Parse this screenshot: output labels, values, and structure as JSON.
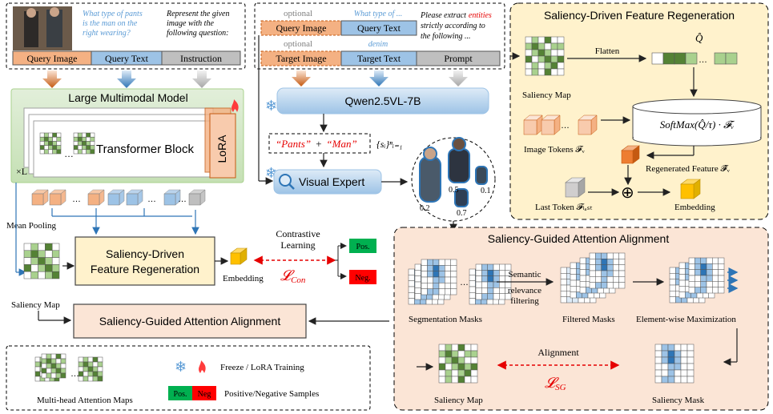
{
  "top_left": {
    "example_query_text": "What type of pants is the man on the right wearing?",
    "example_instruction": "Represent the given image with the following question:",
    "labels": [
      "Query Image",
      "Query Text",
      "Instruction"
    ]
  },
  "top_mid": {
    "optional_1": "optional",
    "optional_2": "optional",
    "query_text_example": "What type of ...",
    "target_text_example": "denim",
    "prompt_pre": "Please extract",
    "prompt_highlight": "entities",
    "prompt_post_1": "strictly according to",
    "prompt_post_2": "the following ...",
    "labels": [
      "Query Image",
      "Query Text",
      "Target Image",
      "Target Text",
      "Prompt"
    ]
  },
  "lmm": {
    "title": "Large Multimodal Model",
    "block": "Transformer Block",
    "lora": "LoRA",
    "layers": "×L"
  },
  "qwen": "Qwen2.5VL-7B",
  "entities": {
    "e1": "Pants",
    "e2": "Man",
    "plus": "+",
    "set": "{sᵢ}ⁿᵢ₌₁"
  },
  "visual_expert": "Visual Expert",
  "scores": [
    "0.5",
    "0.1",
    "0.2",
    "0.7"
  ],
  "left_flow": {
    "mean_pooling": "Mean Pooling",
    "saliency_map": "Saliency Map",
    "sdfr_line1": "Saliency-Driven",
    "sdfr_line2": "Feature Regeneration",
    "sgaa": "Saliency-Guided Attention Alignment",
    "embedding": "Embedding",
    "contrastive_1": "Contrastive",
    "contrastive_2": "Learning",
    "loss_con": "𝓛",
    "loss_con_sub": "Con",
    "pos": "Pos.",
    "neg": "Neg."
  },
  "panel_sdfr": {
    "title": "Saliency-Driven Feature Regeneration",
    "flatten": "Flatten",
    "q_hat": "Q̂",
    "saliency_map": "Saliency Map",
    "softmax": "SoftMax(Q̂/τ) · 𝓕ᵥ",
    "image_tokens": "Image Tokens 𝓕ᵥ",
    "regenerated": "Regenerated Feature 𝓕̂ᵥ",
    "last_token": "Last Token 𝓕ₗₐₛₜ",
    "plus": "⊕",
    "embedding": "Embedding"
  },
  "panel_sgaa": {
    "title": "Saliency-Guided Attention Alignment",
    "semantic_1": "Semantic",
    "semantic_2": "relevance",
    "semantic_3": "filtering",
    "seg_masks": "Segmentation Masks",
    "filtered": "Filtered Masks",
    "elementwise": "Element-wise Maximization",
    "alignment": "Alignment",
    "loss_sg": "𝓛",
    "loss_sg_sub": "SG",
    "saliency_map": "Saliency Map",
    "saliency_mask": "Saliency Mask"
  },
  "legend": {
    "attn_maps": "Multi-head Attention Maps",
    "freeze_lora": "Freeze / LoRA Training",
    "pos": "Pos.",
    "neg": "Neg",
    "posneg": "Positive/Negative Samples"
  },
  "colors": {
    "orange": "#f4b183",
    "blue": "#9dc3e6",
    "gray": "#bfbfbf",
    "green_panel": "#e2efda",
    "yellow_panel": "#fff2cc",
    "pink_panel": "#fbe5d6",
    "red": "#ff0000",
    "pos_green": "#00b050"
  }
}
